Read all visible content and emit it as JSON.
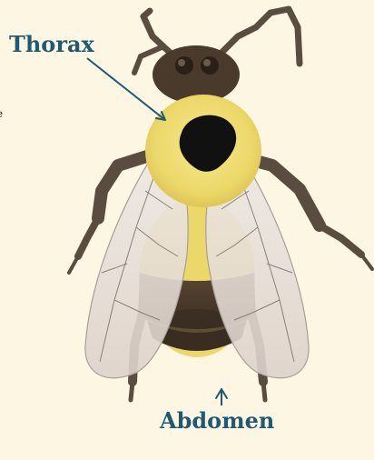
{
  "labels": {
    "thorax": "Thorax",
    "abdomen": "Abdomen",
    "edge_fragment": "e"
  },
  "colors": {
    "background": "#fdf6e3",
    "label": "#1f5a72",
    "fur_yellow": "#ecd86a",
    "fur_dark": "#4a3a2c",
    "wing": "#e8e1dc",
    "legs": "#5a4d40"
  },
  "icons": {
    "illustration": "bumblebee-illustration",
    "thorax_pointer": "arrow-icon",
    "abdomen_pointer": "arrow-icon"
  }
}
